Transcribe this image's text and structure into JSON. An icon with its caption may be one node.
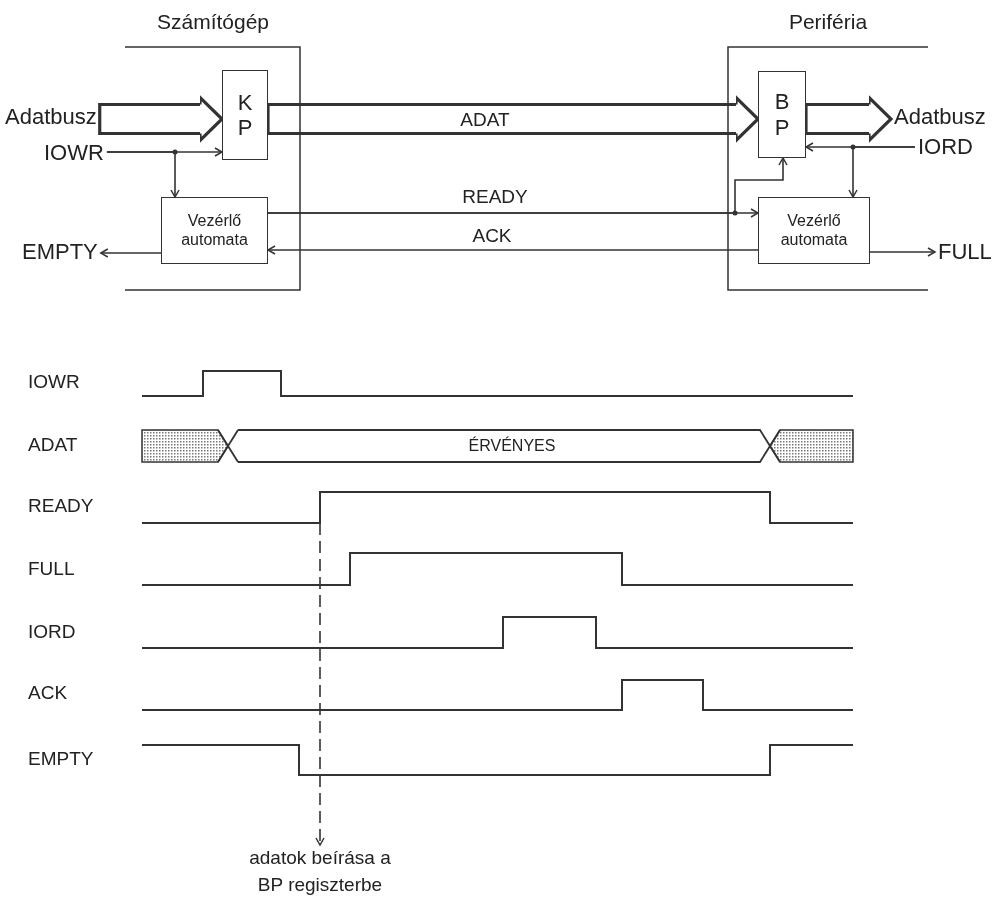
{
  "diagram": {
    "nodes": [
      {
        "text": [
          "Számítógép"
        ]
      },
      {
        "text": [
          "K P"
        ],
        "in": 0
      },
      {
        "text": [
          "Vezérlő automata"
        ],
        "in": 0
      },
      {
        "text": [
          "Periféria"
        ]
      },
      {
        "text": [
          "B P"
        ],
        "in": 3
      },
      {
        "text": [
          "Vezérlő automata"
        ],
        "in": 3
      },
      {
        "text": [
          "Adatbusz"
        ]
      },
      {
        "text": [
          "IOWR"
        ]
      },
      {
        "text": [
          "EMPTY"
        ]
      },
      {
        "text": [
          "Adatbusz"
        ]
      },
      {
        "text": [
          "IORD"
        ]
      },
      {
        "text": [
          "FULL"
        ]
      },
      {
        "text": [
          "adatok beírása a BP regiszterbe"
        ]
      }
    ],
    "edges": [
      {
        "from": 6,
        "to": 1,
        "arrow": "to",
        "style": "thick"
      },
      {
        "from": 7,
        "to": 1,
        "arrow": "to"
      },
      {
        "from": 7,
        "to": 2,
        "arrow": "to"
      },
      {
        "from": 2,
        "to": 8,
        "arrow": "to"
      },
      {
        "from": 1,
        "to": 4,
        "arrow": "to",
        "style": "thick",
        "label": "ADAT"
      },
      {
        "from": 2,
        "to": 5,
        "arrow": "to",
        "label": "READY"
      },
      {
        "from": 2,
        "to": 4,
        "arrow": "to"
      },
      {
        "from": 5,
        "to": 2,
        "arrow": "to",
        "label": "ACK"
      },
      {
        "from": 4,
        "to": 9,
        "arrow": "to",
        "style": "thick"
      },
      {
        "from": 10,
        "to": 4,
        "arrow": "to"
      },
      {
        "from": 10,
        "to": 5,
        "arrow": "to"
      },
      {
        "from": 5,
        "to": 11,
        "arrow": "to"
      },
      {
        "from": null,
        "to": 12,
        "arrow": "to",
        "style": "dashed"
      }
    ],
    "labels": [
      "IOWR",
      "ADAT",
      "ÉRVÉNYES",
      "READY",
      "FULL",
      "IORD",
      "ACK",
      "EMPTY"
    ]
  }
}
